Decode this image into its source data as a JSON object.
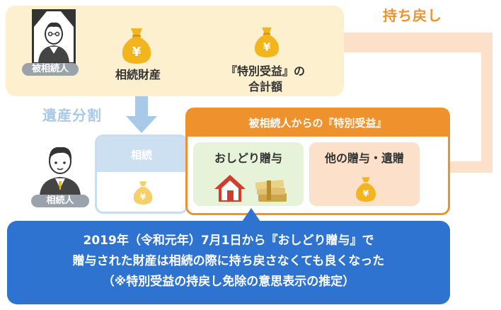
{
  "top_panel": {
    "decedent_tag": "被相続人",
    "estate_label": "相続財産",
    "special_benefit_label_line1": "『特別受益』の",
    "special_benefit_label_line2": "合計額"
  },
  "return_label": "持ち戻し",
  "division_label": "遺産分割",
  "heir": {
    "tag": "相続人",
    "inherit_box_title": "相続"
  },
  "special_benefit_panel": {
    "title": "被相続人からの『特別受益』",
    "oshidori_label": "おしどり贈与",
    "other_label": "他の贈与・遺贈"
  },
  "callout": {
    "line1": "2019年（令和元年）7月1日から『おしどり贈与』で",
    "line2": "贈与された財産は相続の際に持ち戻さなくても良くなった",
    "line3": "（※特別受益の持戻し免除の意思表示の推定）"
  },
  "icons": {
    "yen_symbol": "¥",
    "money_bag": "money-bag-icon",
    "house": "house-icon",
    "cash_stack": "cash-stack-icon"
  },
  "colors": {
    "top_panel_bg": "#fdf0cf",
    "accent_orange": "#ef922e",
    "return_arrow": "#fde0c9",
    "division_blue": "#a9c9e8",
    "callout_blue": "#2e73d0",
    "bag_gold": "#f2b51d"
  }
}
